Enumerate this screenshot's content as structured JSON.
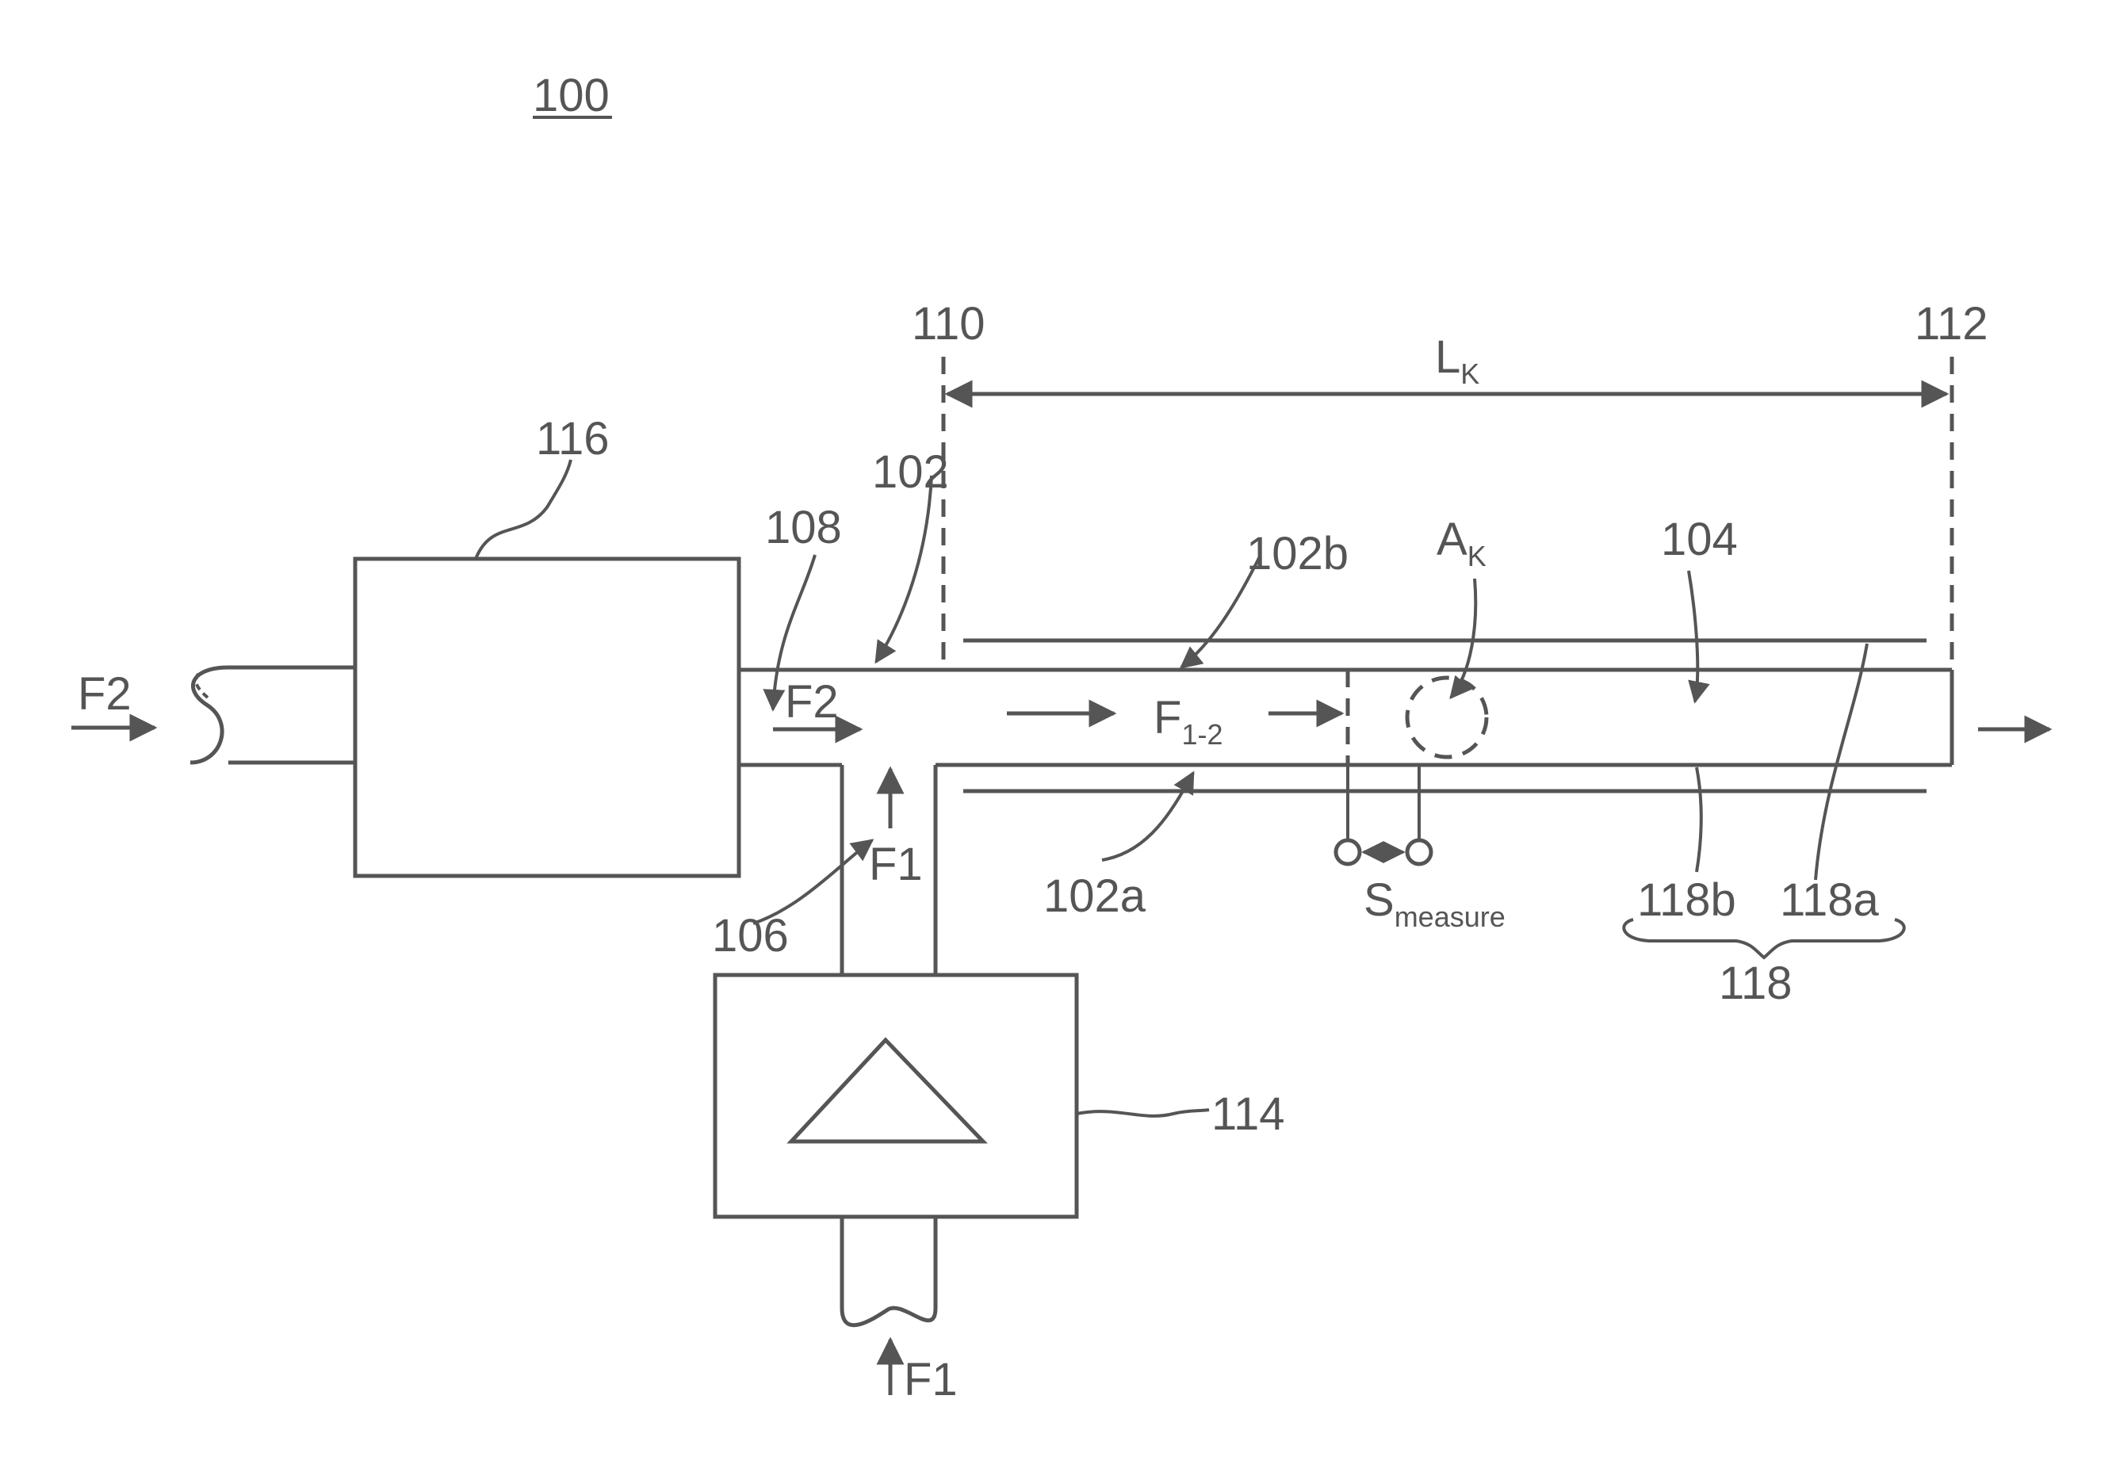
{
  "figure": {
    "number": "100",
    "labels": {
      "l116": "116",
      "l114": "114",
      "l108": "108",
      "l102": "102",
      "l102a": "102a",
      "l102b": "102b",
      "l104": "104",
      "l106": "106",
      "l110": "110",
      "l112": "112",
      "l118": "118",
      "l118a": "118a",
      "l118b": "118b",
      "lk_main": "L",
      "lk_sub": "K",
      "ak_main": "A",
      "ak_sub": "K",
      "s_main": "S",
      "s_sub": "measure",
      "f2_left": "F2",
      "f2_inner": "F2",
      "f1_upper": "F1",
      "f1_bottom": "F1",
      "f12_main": "F",
      "f12_sub": "1-2"
    }
  }
}
